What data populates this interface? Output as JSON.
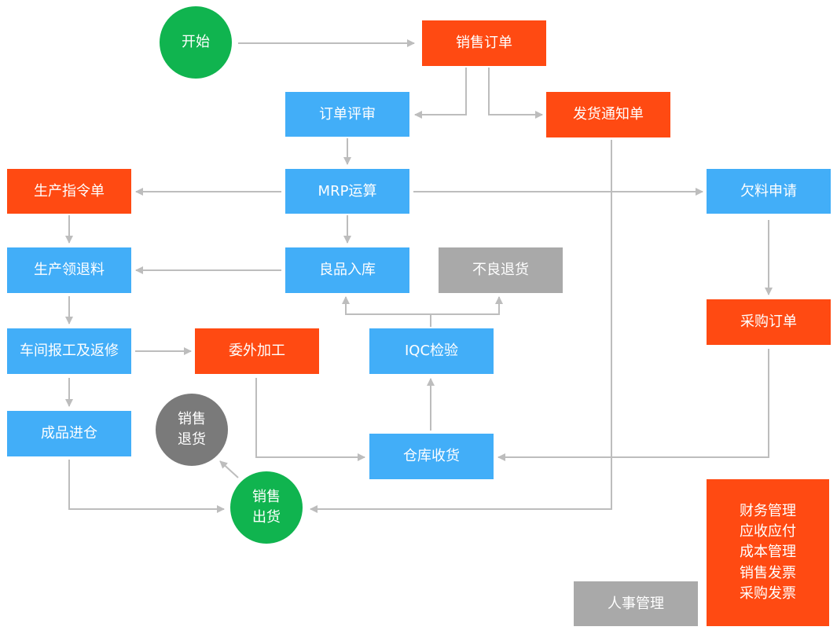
{
  "colors": {
    "blue": "#42aef8",
    "orange": "#ff4a12",
    "green": "#10b44f",
    "gray": "#a9a9a9",
    "dark_gray": "#7a7a7a",
    "edge": "#bdbdbd"
  },
  "nodes": {
    "start": {
      "label": "开始"
    },
    "sales_order": {
      "label": "销售订单"
    },
    "order_review": {
      "label": "订单评审"
    },
    "delivery_notice": {
      "label": "发货通知单"
    },
    "mrp": {
      "label": "MRP运算"
    },
    "production_order": {
      "label": "生产指令单"
    },
    "shortage_request": {
      "label": "欠料申请"
    },
    "material_issue": {
      "label": "生产领退料"
    },
    "good_receipt": {
      "label": "良品入库"
    },
    "reject_return": {
      "label": "不良退货"
    },
    "purchase_order": {
      "label": "采购订单"
    },
    "workshop_report": {
      "label": "车间报工及返修"
    },
    "outsourcing": {
      "label": "委外加工"
    },
    "iqc": {
      "label": "IQC检验"
    },
    "finished_goods": {
      "label": "成品进仓"
    },
    "sales_return": {
      "label": "销售\n退货"
    },
    "warehouse_receipt": {
      "label": "仓库收货"
    },
    "sales_shipment": {
      "label": "销售\n出货"
    },
    "finance": {
      "label": "财务管理\n应收应付\n成本管理\n销售发票\n采购发票"
    },
    "hr": {
      "label": "人事管理"
    }
  }
}
